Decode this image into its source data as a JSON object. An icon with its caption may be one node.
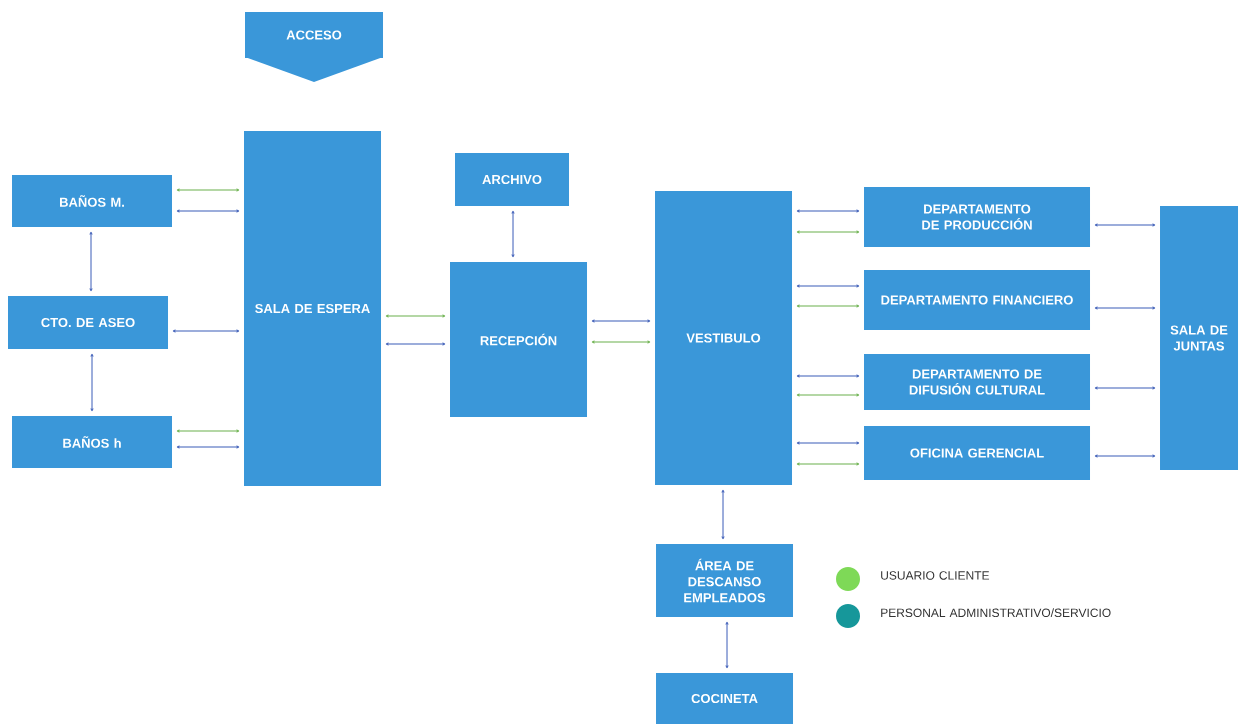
{
  "diagram": {
    "nodes": [
      {
        "text": [
          "ACCESO"
        ]
      },
      {
        "text": [
          "BAÑOS M."
        ]
      },
      {
        "text": [
          "CTO. DE ASEO"
        ]
      },
      {
        "text": [
          "BAÑOS h"
        ]
      },
      {
        "text": [
          "SALA DE ESPERA"
        ]
      },
      {
        "text": [
          "ARCHIVO"
        ]
      },
      {
        "text": [
          "RECEPCIÓN"
        ]
      },
      {
        "text": [
          "VESTIBULO"
        ]
      },
      {
        "text": [
          "DEPARTAMENTO DE PRODUCCIÓN"
        ]
      },
      {
        "text": [
          "DEPARTAMENTO FINANCIERO"
        ]
      },
      {
        "text": [
          "DEPARTAMENTO DE DIFUSIÓN CULTURAL"
        ]
      },
      {
        "text": [
          "OFICINA GERENCIAL"
        ]
      },
      {
        "text": [
          "SALA DE JUNTAS"
        ]
      },
      {
        "text": [
          "ÁREA DE DESCANSO EMPLEADOS"
        ]
      },
      {
        "text": [
          "COCINETA"
        ]
      }
    ],
    "edges": [
      {
        "from": 1,
        "to": 4,
        "arrow": "both",
        "color": "#6ab04c"
      },
      {
        "from": 1,
        "to": 4,
        "arrow": "both"
      },
      {
        "from": 2,
        "to": 4,
        "arrow": "both"
      },
      {
        "from": 3,
        "to": 4,
        "arrow": "both",
        "color": "#6ab04c"
      },
      {
        "from": 3,
        "to": 4,
        "arrow": "both"
      },
      {
        "from": 1,
        "to": 2,
        "arrow": "both"
      },
      {
        "from": 2,
        "to": 3,
        "arrow": "both"
      },
      {
        "from": 4,
        "to": 6,
        "arrow": "both",
        "color": "#6ab04c"
      },
      {
        "from": 4,
        "to": 6,
        "arrow": "both"
      },
      {
        "from": 5,
        "to": 6,
        "arrow": "both"
      },
      {
        "from": 6,
        "to": 7,
        "arrow": "both"
      },
      {
        "from": 6,
        "to": 7,
        "arrow": "both",
        "color": "#6ab04c"
      },
      {
        "from": 7,
        "to": 8,
        "arrow": "both"
      },
      {
        "from": 7,
        "to": 8,
        "arrow": "both",
        "color": "#6ab04c"
      },
      {
        "from": 7,
        "to": 9,
        "arrow": "both"
      },
      {
        "from": 7,
        "to": 9,
        "arrow": "both",
        "color": "#6ab04c"
      },
      {
        "from": 7,
        "to": 10,
        "arrow": "both"
      },
      {
        "from": 7,
        "to": 10,
        "arrow": "both",
        "color": "#6ab04c"
      },
      {
        "from": 7,
        "to": 11,
        "arrow": "both"
      },
      {
        "from": 7,
        "to": 11,
        "arrow": "both",
        "color": "#6ab04c"
      },
      {
        "from": 8,
        "to": 12,
        "arrow": "both"
      },
      {
        "from": 9,
        "to": 12,
        "arrow": "both"
      },
      {
        "from": 10,
        "to": 12,
        "arrow": "both"
      },
      {
        "from": 11,
        "to": 12,
        "arrow": "both"
      },
      {
        "from": 7,
        "to": 13,
        "arrow": "both"
      },
      {
        "from": 13,
        "to": 14,
        "arrow": "both"
      }
    ],
    "legend": [
      {
        "text": "USUARIO CLIENTE",
        "color": "#7ed957"
      },
      {
        "text": "PERSONAL ADMINISTRATIVO/SERVICIO",
        "color": "#16979a"
      }
    ]
  }
}
